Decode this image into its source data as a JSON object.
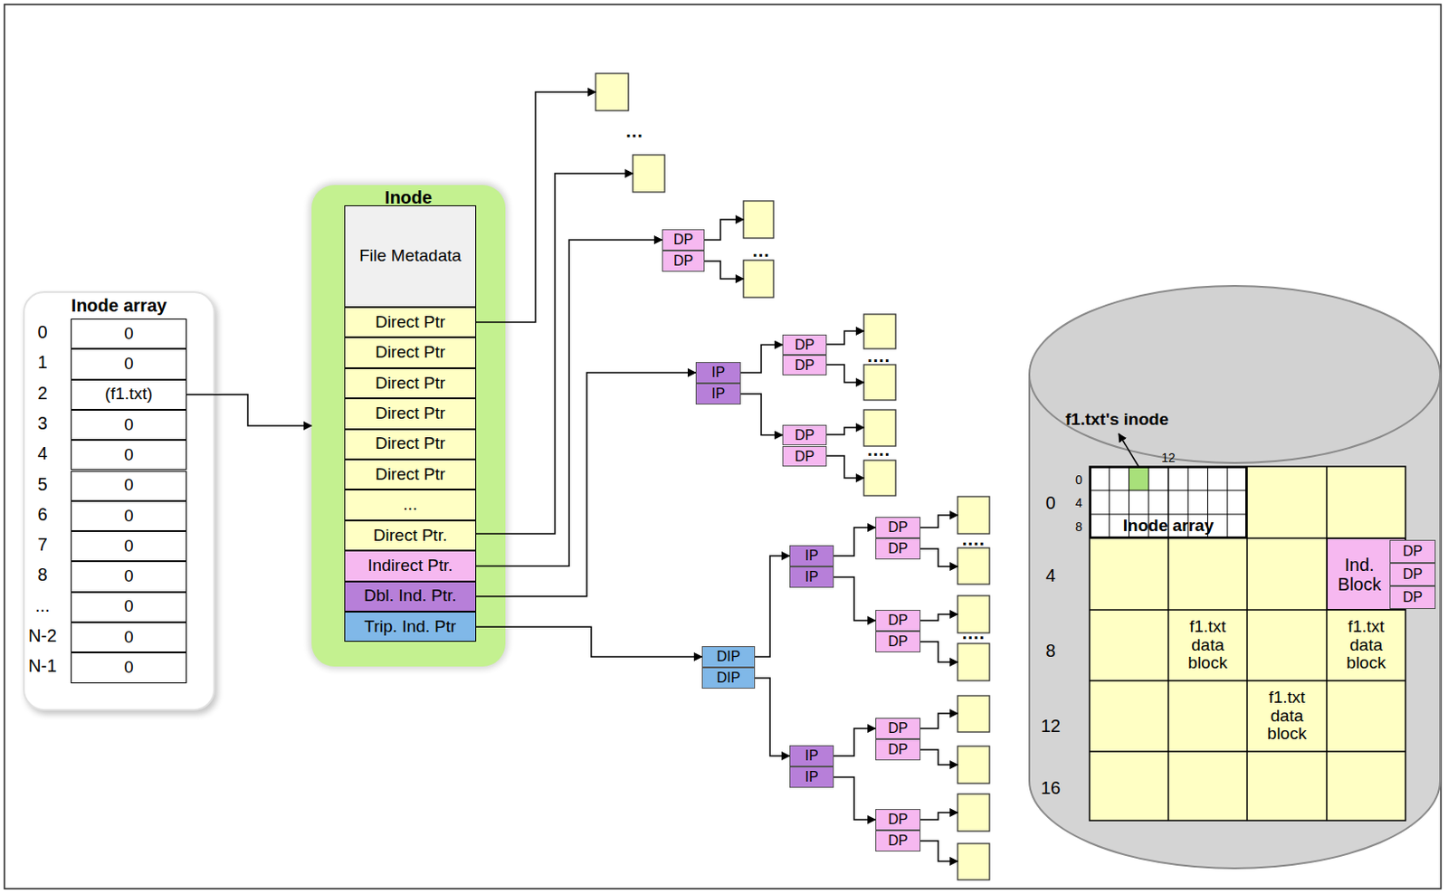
{
  "diagram": {
    "nodes": [
      {
        "text": [
          "Inode array"
        ]
      },
      {
        "text": [
          "0"
        ],
        "in": 0
      },
      {
        "text": [
          "0"
        ],
        "in": 0
      },
      {
        "text": [
          "(f1.txt)"
        ],
        "in": 0
      },
      {
        "text": [
          "0"
        ],
        "in": 0
      },
      {
        "text": [
          "0"
        ],
        "in": 0
      },
      {
        "text": [
          "0"
        ],
        "in": 0
      },
      {
        "text": [
          "0"
        ],
        "in": 0
      },
      {
        "text": [
          "0"
        ],
        "in": 0
      },
      {
        "text": [
          "0"
        ],
        "in": 0
      },
      {
        "text": [
          "0"
        ],
        "in": 0
      },
      {
        "text": [
          "0"
        ],
        "in": 0
      },
      {
        "text": [
          "0"
        ],
        "in": 0
      },
      {
        "text": [
          "Inode"
        ]
      },
      {
        "text": [
          "File Metadata"
        ],
        "in": 13
      },
      {
        "text": [
          "Direct Ptr"
        ],
        "in": 13
      },
      {
        "text": [
          "Direct Ptr"
        ],
        "in": 13
      },
      {
        "text": [
          "Direct Ptr"
        ],
        "in": 13
      },
      {
        "text": [
          "Direct Ptr"
        ],
        "in": 13
      },
      {
        "text": [
          "Direct Ptr"
        ],
        "in": 13
      },
      {
        "text": [
          "Direct Ptr"
        ],
        "in": 13
      },
      {
        "text": [
          "..."
        ],
        "in": 13
      },
      {
        "text": [
          "Direct Ptr."
        ],
        "in": 13
      },
      {
        "text": [
          "Indirect Ptr."
        ],
        "in": 13
      },
      {
        "text": [
          "Dbl. Ind. Ptr."
        ],
        "in": 13
      },
      {
        "text": [
          "Trip. Ind. Ptr"
        ],
        "in": 13
      },
      {
        "text": [
          "DP"
        ]
      },
      {
        "text": [
          "DP"
        ]
      },
      {
        "text": [
          "IP"
        ]
      },
      {
        "text": [
          "IP"
        ]
      },
      {
        "text": [
          "DP"
        ]
      },
      {
        "text": [
          "DP"
        ]
      },
      {
        "text": [
          "DP"
        ]
      },
      {
        "text": [
          "DP"
        ]
      },
      {
        "text": [
          "DIP"
        ]
      },
      {
        "text": [
          "DIP"
        ]
      },
      {
        "text": [
          "IP"
        ]
      },
      {
        "text": [
          "IP"
        ]
      },
      {
        "text": [
          "DP"
        ]
      },
      {
        "text": [
          "DP"
        ]
      },
      {
        "text": [
          "DP"
        ]
      },
      {
        "text": [
          "DP"
        ]
      },
      {
        "text": [
          "IP"
        ]
      },
      {
        "text": [
          "IP"
        ]
      },
      {
        "text": [
          "DP"
        ]
      },
      {
        "text": [
          "DP"
        ]
      },
      {
        "text": [
          "DP"
        ]
      },
      {
        "text": [
          "DP"
        ]
      },
      {
        "text": [
          "Inode array"
        ]
      },
      {
        "text": [
          "Ind. Block"
        ]
      },
      {
        "text": [
          "DP"
        ]
      },
      {
        "text": [
          "DP"
        ]
      },
      {
        "text": [
          "DP"
        ]
      },
      {
        "text": [
          "f1.txt data block"
        ]
      },
      {
        "text": [
          "f1.txt data block"
        ]
      },
      {
        "text": [
          "f1.txt data block"
        ]
      }
    ],
    "edges": [
      {
        "from": 3,
        "to": 13,
        "arrow": "to"
      },
      {
        "from": 23,
        "to": 26,
        "arrow": "to"
      },
      {
        "from": 24,
        "to": 28,
        "arrow": "to"
      },
      {
        "from": 28,
        "to": 30,
        "arrow": "to"
      },
      {
        "from": 29,
        "to": 32,
        "arrow": "to"
      },
      {
        "from": 25,
        "to": 34,
        "arrow": "to"
      },
      {
        "from": 34,
        "to": 36,
        "arrow": "to"
      },
      {
        "from": 35,
        "to": 42,
        "arrow": "to"
      },
      {
        "from": 36,
        "to": 38,
        "arrow": "to"
      },
      {
        "from": 37,
        "to": 40,
        "arrow": "to"
      },
      {
        "from": 42,
        "to": 44,
        "arrow": "to"
      },
      {
        "from": 43,
        "to": 46,
        "arrow": "to"
      }
    ],
    "labels": [
      "0",
      "1",
      "2",
      "3",
      "4",
      "5",
      "6",
      "7",
      "8",
      "...",
      "N-2",
      "N-1",
      "...",
      "...",
      "....",
      "....",
      "....",
      "....",
      "f1.txt's inode",
      "12",
      "0",
      "4",
      "8",
      "0",
      "4",
      "8",
      "12",
      "16"
    ]
  }
}
